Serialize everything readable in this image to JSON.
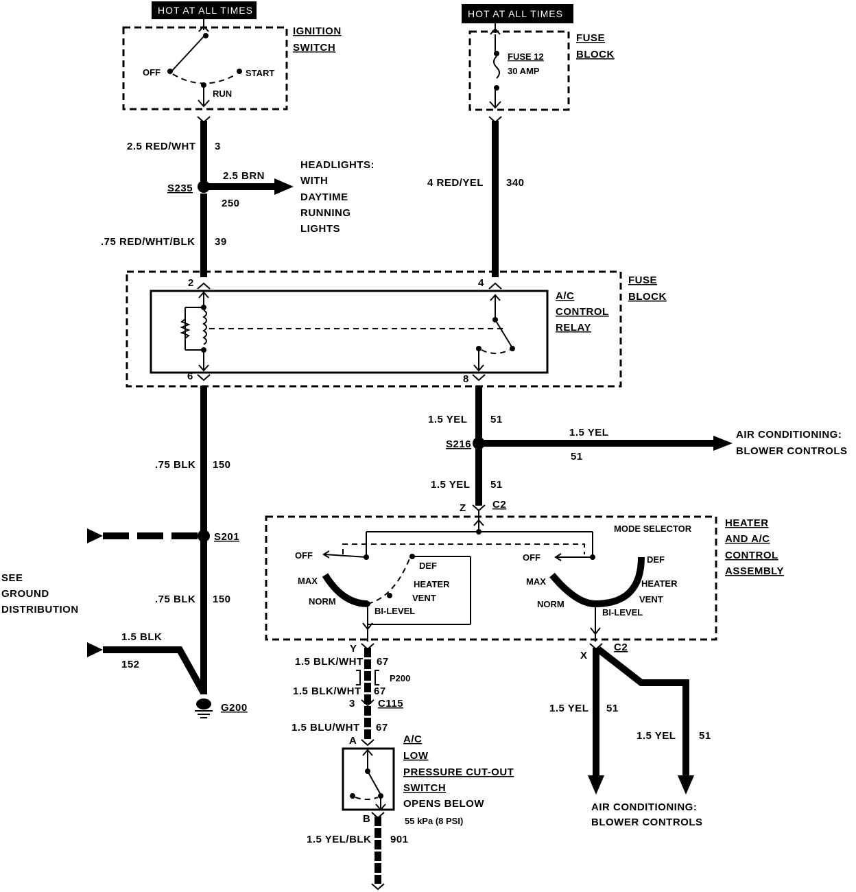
{
  "banners": {
    "left": "HOT AT ALL TIMES",
    "right": "HOT AT ALL TIMES"
  },
  "ignition": {
    "title1": "IGNITION",
    "title2": "SWITCH",
    "off": "OFF",
    "start": "START",
    "run": "RUN"
  },
  "fuse_top": {
    "title1": "FUSE",
    "title2": "BLOCK",
    "fuse": "FUSE 12",
    "amp": "30 AMP"
  },
  "wires": {
    "w_red_wht": "2.5 RED/WHT",
    "w_red_wht_num": "3",
    "s235": "S235",
    "brn": "2.5 BRN",
    "brn_num": "250",
    "red_wht_blk": ".75 RED/WHT/BLK",
    "red_wht_blk_num": "39",
    "red_yel": "4 RED/YEL",
    "red_yel_num": "340",
    "yel_a": "1.5 YEL",
    "yel_a_num": "51",
    "s216": "S216",
    "yel_b": "1.5 YEL",
    "yel_b_num": "51",
    "yel_c": "1.5 YEL",
    "yel_c_num": "51",
    "blk_a": ".75 BLK",
    "blk_a_num": "150",
    "s201": "S201",
    "blk_b": ".75 BLK",
    "blk_b_num": "150",
    "blk_c": "1.5 BLK",
    "blk_c_num": "152",
    "g200": "G200",
    "blk_wht_a": "1.5 BLK/WHT",
    "blk_wht_a_num": "67",
    "p200": "P200",
    "blk_wht_b": "1.5 BLK/WHT",
    "blk_wht_b_num": "67",
    "c115": "C115",
    "c115_pin": "3",
    "blu_wht": "1.5 BLU/WHT",
    "blu_wht_num": "67",
    "yel_blk": "1.5 YEL/BLK",
    "yel_blk_num": "901",
    "yel_d": "1.5 YEL",
    "yel_d_num": "51",
    "yel_e": "1.5 YEL",
    "yel_e_num": "51"
  },
  "headlights": [
    "HEADLIGHTS:",
    "WITH",
    "DAYTIME",
    "RUNNING",
    "LIGHTS"
  ],
  "fuse_mid": {
    "title1": "FUSE",
    "title2": "BLOCK",
    "pin2": "2",
    "pin4": "4",
    "pin6": "6",
    "pin8": "8"
  },
  "relay": [
    "A/C",
    "CONTROL",
    "RELAY"
  ],
  "ac_blower_right": [
    "AIR CONDITIONING:",
    "BLOWER CONTROLS"
  ],
  "ac_blower_bottom": [
    "AIR CONDITIONING:",
    "BLOWER CONTROLS"
  ],
  "ground": [
    "SEE",
    "GROUND",
    "DISTRIBUTION"
  ],
  "heater": {
    "title": [
      "HEATER",
      "AND A/C",
      "CONTROL",
      "ASSEMBLY"
    ],
    "mode_selector": "MODE SELECTOR",
    "z": "Z",
    "c2_top": "C2",
    "y": "Y",
    "x": "X",
    "c2_bot": "C2",
    "left": {
      "off": "OFF",
      "def": "DEF",
      "max": "MAX",
      "heater": "HEATER",
      "vent": "VENT",
      "norm": "NORM",
      "bilevel": "BI-LEVEL"
    },
    "right": {
      "off": "OFF",
      "def": "DEF",
      "max": "MAX",
      "heater": "HEATER",
      "vent": "VENT",
      "norm": "NORM",
      "bilevel": "BI-LEVEL"
    }
  },
  "pressure_switch": {
    "title": [
      "A/C",
      "LOW",
      "PRESSURE CUT-OUT",
      "SWITCH"
    ],
    "opens": "OPENS BELOW",
    "kpa": "55 kPa (8 PSI)",
    "pin_a": "A",
    "pin_b": "B"
  }
}
